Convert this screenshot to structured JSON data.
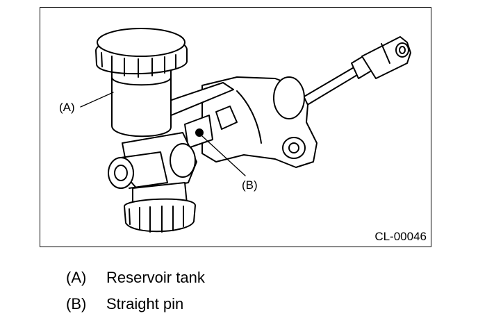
{
  "figure": {
    "id": "CL-00046",
    "callouts": {
      "a": "(A)",
      "b": "(B)"
    }
  },
  "legend": [
    {
      "key": "(A)",
      "label": "Reservoir tank"
    },
    {
      "key": "(B)",
      "label": "Straight pin"
    }
  ]
}
